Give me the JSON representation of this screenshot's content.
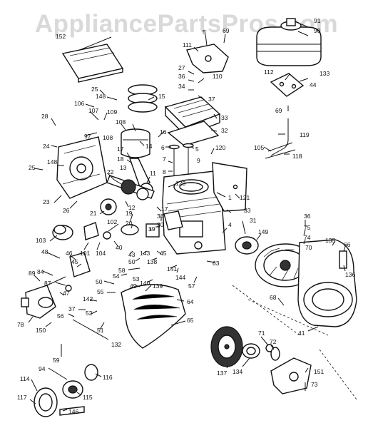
{
  "watermark": "AppliancePartsPros.com",
  "part_labels": {
    "p91": "91",
    "p90": "90",
    "p152": "152",
    "p5a": "5",
    "p69a": "69",
    "p111": "111",
    "p112": "112",
    "p133": "133",
    "p44": "44",
    "p27": "27",
    "p36a": "36",
    "p34": "34",
    "p110": "110",
    "p37": "37",
    "p69b": "69",
    "p25a": "25",
    "p148a": "148",
    "p15": "15",
    "p106": "106",
    "p107": "107",
    "p109": "109",
    "p33a": "33",
    "p32": "32",
    "p28": "28",
    "p97": "97",
    "p108a": "108",
    "p108b": "108",
    "p16": "16",
    "p119": "119",
    "p24": "24",
    "p14": "14",
    "p6": "6",
    "p5b": "5",
    "p120": "120",
    "p105": "105",
    "p118": "118",
    "p17a": "17",
    "p18": "18",
    "p13": "13",
    "p7": "7",
    "p9": "9",
    "p8": "8",
    "p25b": "25",
    "p148b": "148",
    "p11": "11",
    "p22": "22",
    "p129": "129",
    "p1": "1",
    "p121": "121",
    "p23": "23",
    "p26": "26",
    "p12": "12",
    "p17b": "17",
    "p33b": "33",
    "p21": "21",
    "p19": "19",
    "p102": "102",
    "p20": "20",
    "p38": "38",
    "p30": "30",
    "p31": "31",
    "p36b": "36",
    "p75": "75",
    "p74": "74",
    "p70": "70",
    "p149": "149",
    "p135": "135",
    "p66": "66",
    "p136": "136",
    "p103": "103",
    "p39": "39",
    "p4": "4",
    "p101": "101",
    "p104": "104",
    "p40": "40",
    "p48": "48",
    "p46": "46",
    "p45a": "45",
    "p43": "43",
    "p143": "143",
    "p45b": "45",
    "p50": "50",
    "p138": "138",
    "p141": "141",
    "p63": "63",
    "p84": "84",
    "p58": "58",
    "p89": "89",
    "p87": "87",
    "p54": "54",
    "p53": "53",
    "p140": "140",
    "p139": "139",
    "p144": "144",
    "p57": "57",
    "p47": "47",
    "p142": "142",
    "p50b": "50",
    "p55": "55",
    "p49": "49",
    "p37b": "37",
    "p56": "56",
    "p52": "52",
    "p64": "64",
    "p68": "68",
    "p78": "78",
    "p150": "150",
    "p51": "51",
    "p65": "65",
    "p41": "41",
    "p132": "132",
    "p59": "59",
    "p137": "137",
    "p71": "71",
    "p72": "72",
    "p94": "94",
    "p116": "116",
    "p134": "134",
    "p151": "151",
    "p114": "114",
    "p115": "115",
    "p73": "73",
    "p117": "117",
    "p146": "146"
  }
}
